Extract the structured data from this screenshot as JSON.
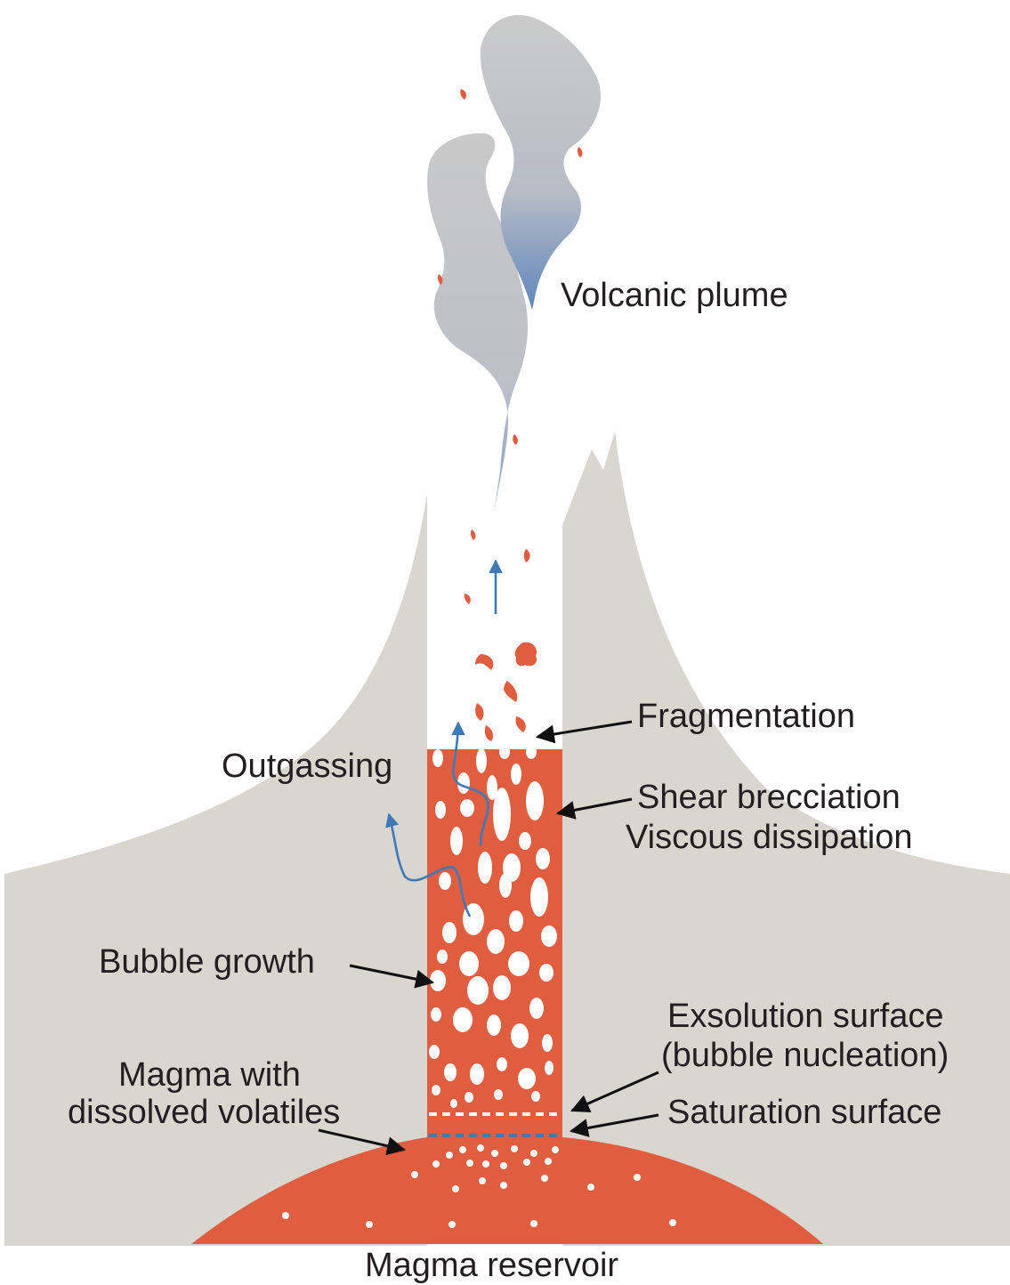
{
  "labels": {
    "volcanic_plume": "Volcanic plume",
    "fragmentation": "Fragmentation",
    "outgassing": "Outgassing",
    "shear_brecciation": "Shear brecciation",
    "viscous_dissipation": "Viscous dissipation",
    "bubble_growth": "Bubble growth",
    "exsolution_surface_1": "Exsolution surface",
    "exsolution_surface_2": "(bubble nucleation)",
    "magma_with_1": "Magma with",
    "magma_with_2": "dissolved volatiles",
    "saturation_surface": "Saturation surface",
    "magma_reservoir": "Magma reservoir"
  },
  "colors": {
    "magma": "#e05d3f",
    "rock": "#d9d5cf",
    "plume": "#c8c8c8",
    "gas": "#3f7ab8",
    "text": "#231f20"
  }
}
